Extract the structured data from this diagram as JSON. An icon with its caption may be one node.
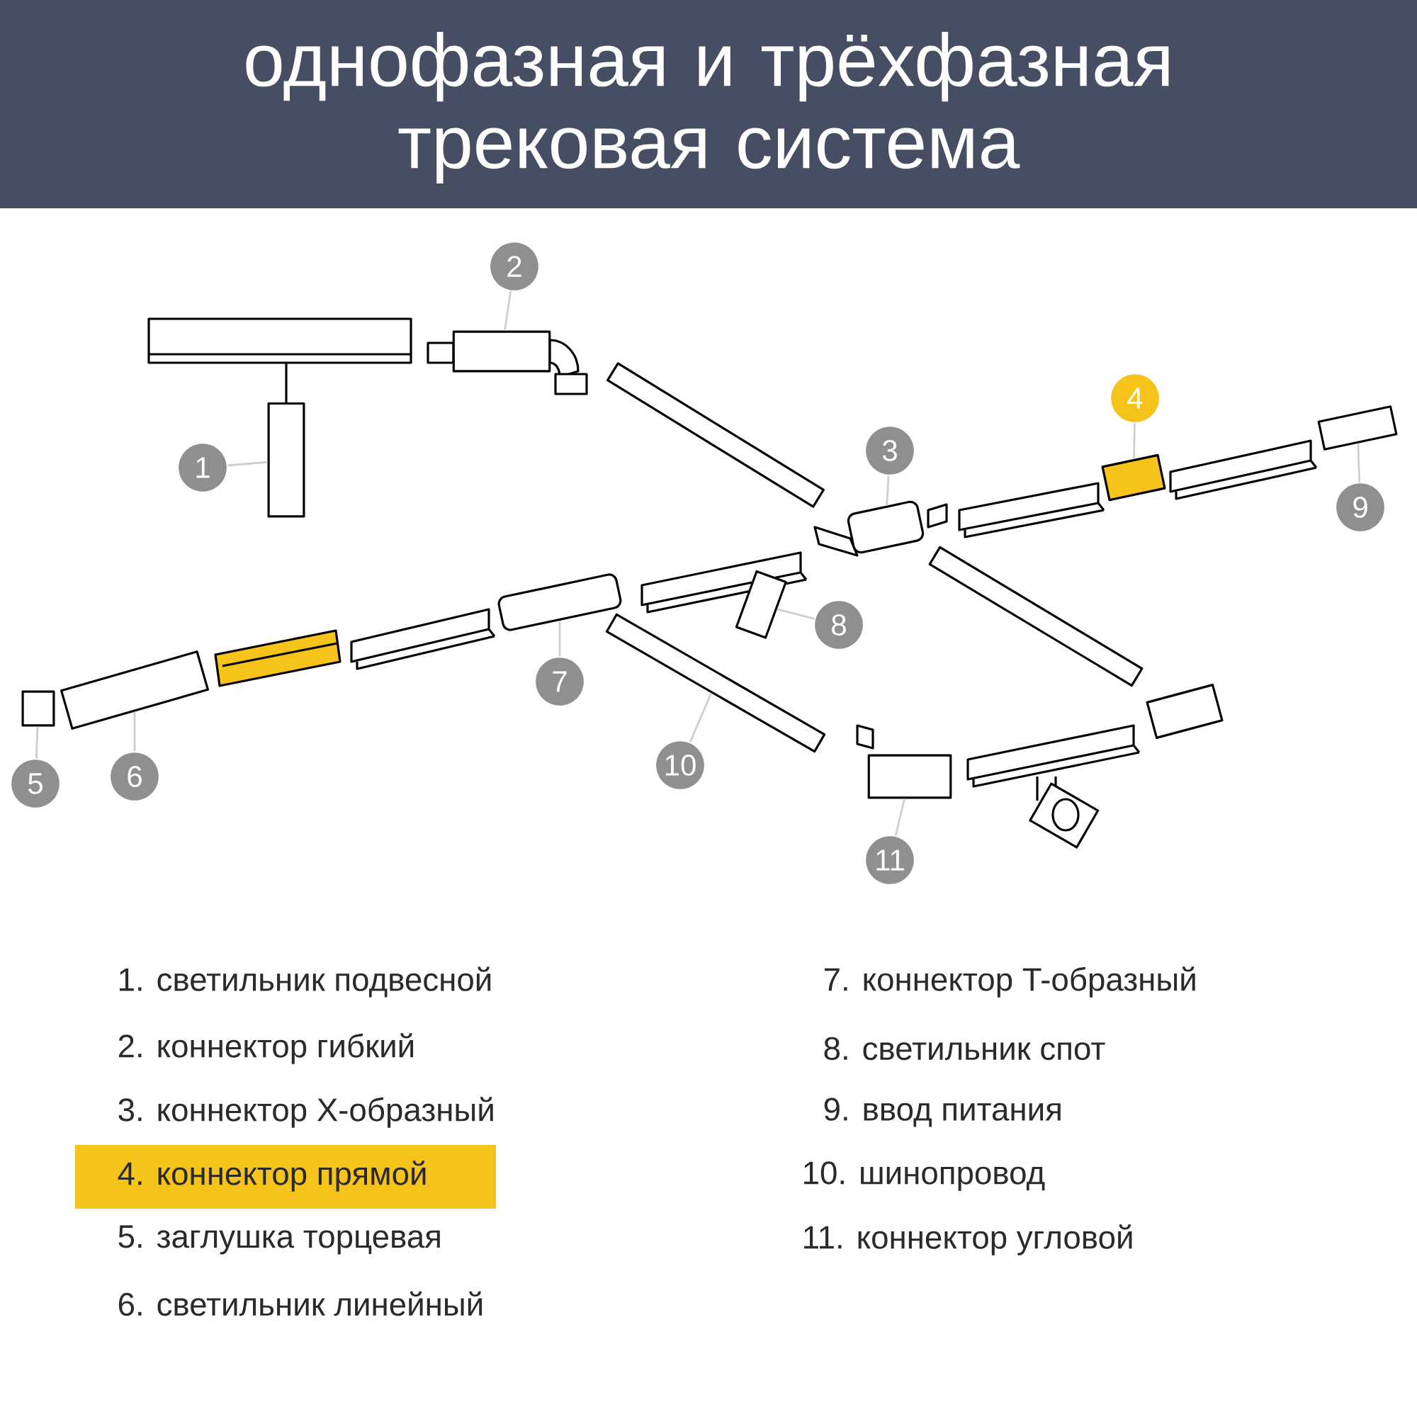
{
  "diagram": {
    "title": "однофазная и трёхфазная трековая система",
    "nodes": [
      {
        "text": [
          "1"
        ]
      },
      {
        "text": [
          "2"
        ]
      },
      {
        "text": [
          "3"
        ]
      },
      {
        "text": [
          "4"
        ]
      },
      {
        "text": [
          "5"
        ]
      },
      {
        "text": [
          "6"
        ]
      },
      {
        "text": [
          "7"
        ]
      },
      {
        "text": [
          "8"
        ]
      },
      {
        "text": [
          "9"
        ]
      },
      {
        "text": [
          "10"
        ]
      },
      {
        "text": [
          "11"
        ]
      },
      {
        "text": [],
        "shape": "cylinder"
      },
      {
        "text": [],
        "shape": "box"
      },
      {
        "text": [],
        "shape": "picture"
      },
      {
        "text": [],
        "shape": "box"
      },
      {
        "text": [],
        "shape": "box"
      },
      {
        "text": [],
        "shape": "box"
      },
      {
        "text": [],
        "shape": "picture"
      },
      {
        "text": [],
        "shape": "cylinder"
      },
      {
        "text": [],
        "shape": "box"
      },
      {
        "text": [],
        "shape": "bar"
      },
      {
        "text": [],
        "shape": "box"
      },
      {
        "text": [],
        "shape": "bar"
      },
      {
        "text": [],
        "shape": "bar"
      },
      {
        "text": [],
        "shape": "box"
      }
    ],
    "edges": [
      {
        "from": 0,
        "to": 11,
        "arrow": "none"
      },
      {
        "from": 1,
        "to": 12,
        "arrow": "none"
      },
      {
        "from": 2,
        "to": 13,
        "arrow": "none"
      },
      {
        "from": 3,
        "to": 14,
        "arrow": "none"
      },
      {
        "from": 4,
        "to": 15,
        "arrow": "none"
      },
      {
        "from": 5,
        "to": 16,
        "arrow": "none"
      },
      {
        "from": 6,
        "to": 17,
        "arrow": "none"
      },
      {
        "from": 7,
        "to": 18,
        "arrow": "none"
      },
      {
        "from": 8,
        "to": 19,
        "arrow": "none"
      },
      {
        "from": 9,
        "to": 20,
        "arrow": "none"
      },
      {
        "from": 10,
        "to": 21,
        "arrow": "none"
      }
    ],
    "labels": [
      "1. светильник подвесной",
      "2. коннектор гибкий",
      "3. коннектор X-образный",
      "4. коннектор прямой",
      "5. заглушка торцевая",
      "6. светильник линейный",
      "7. коннектор T-образный",
      "8. светильник спот",
      "9. ввод питания",
      "10. шинопровод",
      "11. коннектор угловой"
    ]
  }
}
